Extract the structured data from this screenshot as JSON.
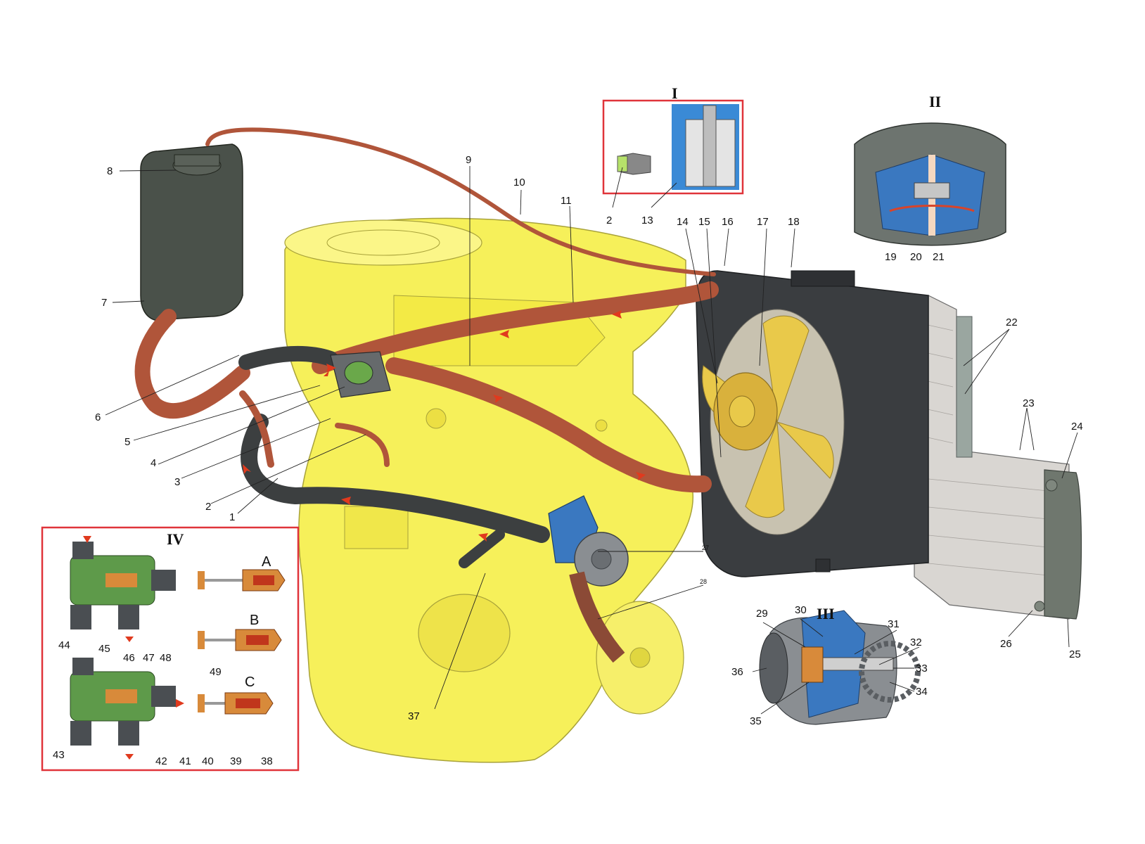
{
  "panels": {
    "detail_1": "I",
    "detail_2": "II",
    "detail_3": "III",
    "detail_4": "IV"
  },
  "thermostat_states": [
    "A",
    "B",
    "C"
  ],
  "callouts": {
    "c1": "1",
    "c2": "2",
    "c2b": "2",
    "c3": "3",
    "c4": "4",
    "c5": "5",
    "c6": "6",
    "c7": "7",
    "c8": "8",
    "c9": "9",
    "c10": "10",
    "c11": "11",
    "c13": "13",
    "c14": "14",
    "c15": "15",
    "c16": "16",
    "c17": "17",
    "c18": "18",
    "c19": "19",
    "c20": "20",
    "c21": "21",
    "c22": "22",
    "c23": "23",
    "c24": "24",
    "c25": "25",
    "c26": "26",
    "c27": "27",
    "c28": "28",
    "c29": "29",
    "c30": "30",
    "c31": "31",
    "c32": "32",
    "c33": "33",
    "c34": "34",
    "c35": "35",
    "c36": "36",
    "c37": "37",
    "c38": "38",
    "c39": "39",
    "c40": "40",
    "c41": "41",
    "c42": "42",
    "c43": "43",
    "c44": "44",
    "c45": "45",
    "c46": "46",
    "c47": "47",
    "c48": "48",
    "c49": "49"
  },
  "colors": {
    "engine": "#f6f05a",
    "hose": "#b0553a",
    "hose_dark": "#3c3f40",
    "radiator_shroud": "#3a3d40",
    "fan_blade": "#e9c94a",
    "flow_arrow": "#e03a1e",
    "detail_frame": "#e0343a",
    "thermostat_body": "#5e9a4a",
    "pump_housing": "#3a78c0"
  }
}
